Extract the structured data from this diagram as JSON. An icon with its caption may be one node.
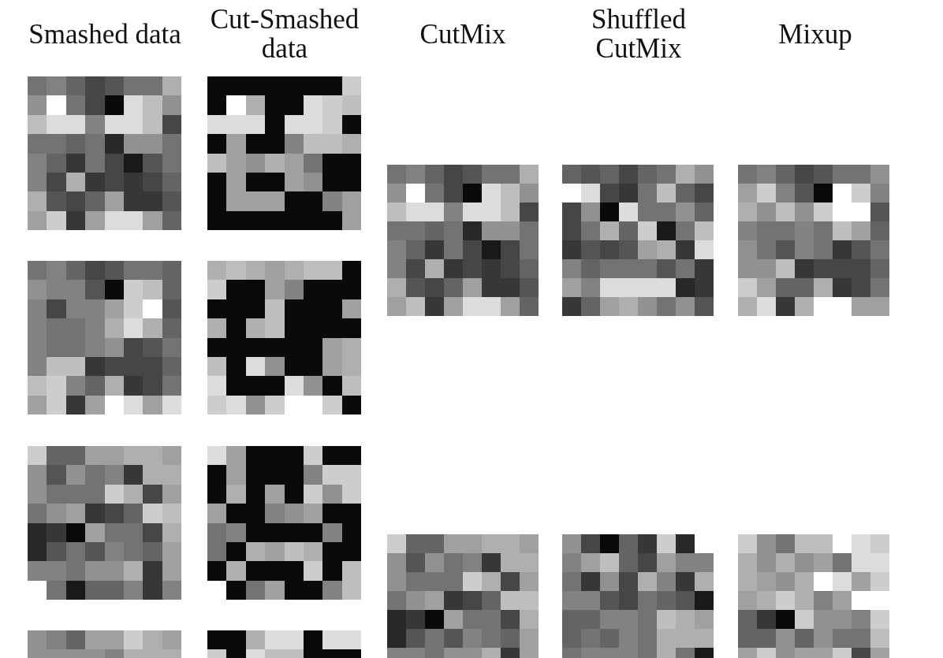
{
  "diagram": {
    "labels": [
      "Smashed data",
      "Cut-Smashed data",
      "CutMix",
      "Shuffled CutMix",
      "Mixup"
    ]
  }
}
